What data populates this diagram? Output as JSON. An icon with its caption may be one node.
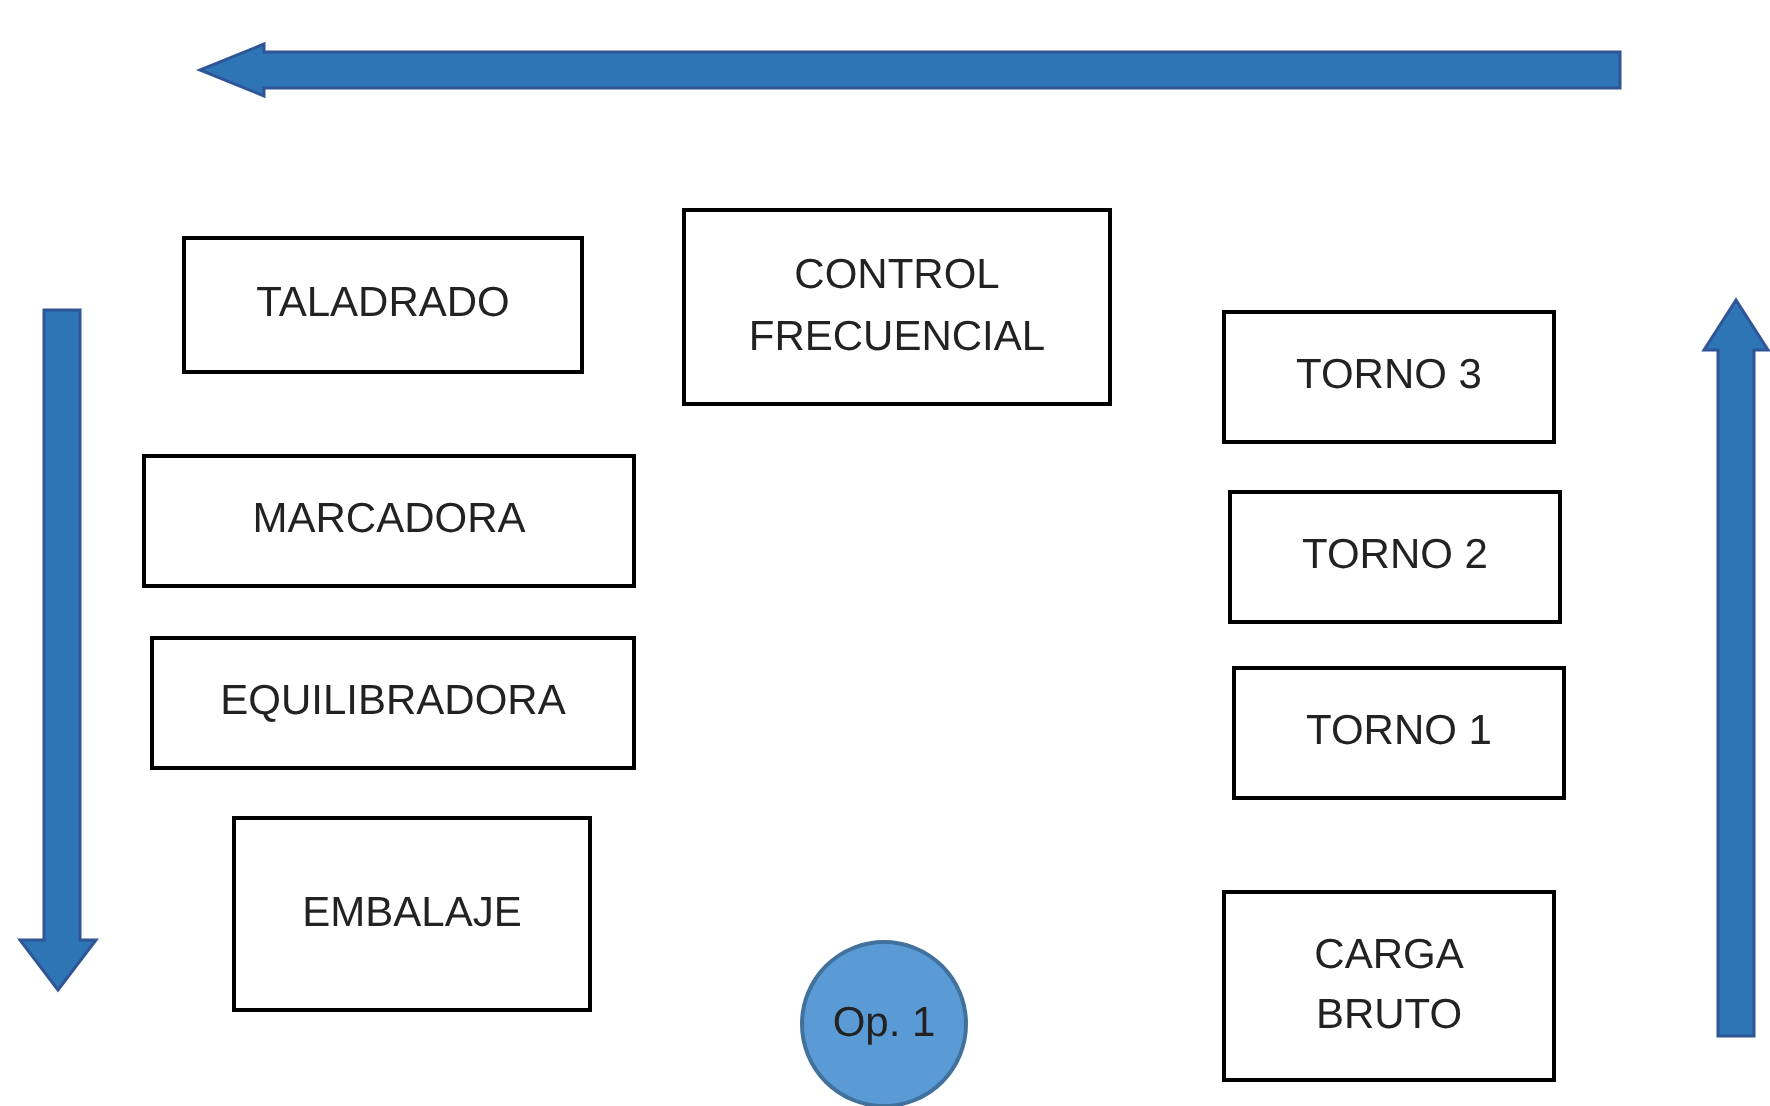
{
  "diagram": {
    "nodes": [
      {
        "text": [
          "TALADRADO"
        ]
      },
      {
        "text": [
          "CONTROL FRECUENCIAL"
        ]
      },
      {
        "text": [
          "TORNO 3"
        ]
      },
      {
        "text": [
          "MARCADORA"
        ]
      },
      {
        "text": [
          "TORNO 2"
        ]
      },
      {
        "text": [
          "EQUILIBRADORA"
        ]
      },
      {
        "text": [
          "TORNO 1"
        ]
      },
      {
        "text": [
          "EMBALAJE"
        ]
      },
      {
        "text": [
          "CARGA BRUTO"
        ]
      },
      {
        "text": [
          "Op. 1"
        ]
      }
    ]
  }
}
